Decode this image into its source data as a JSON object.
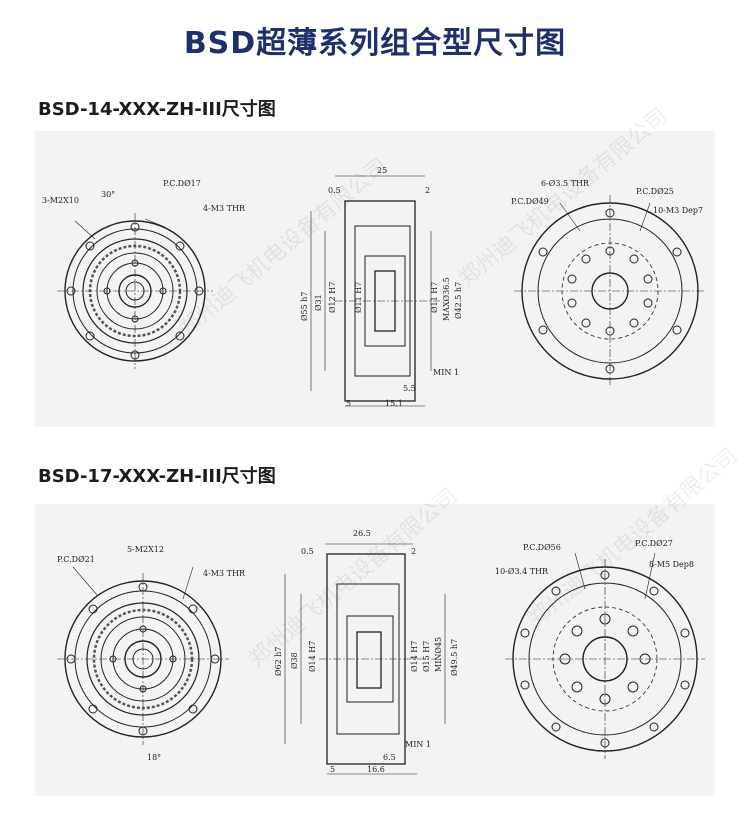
{
  "page": {
    "title": "BSD超薄系列组合型尺寸图",
    "watermark": "郑州迪飞机电设备有限公司"
  },
  "sections": [
    {
      "title": "BSD-14-XXX-ZH-III尺寸图",
      "front": {
        "labels": [
          "3-M2X10",
          "30°",
          "P.C.DØ17",
          "4-M3 THR"
        ]
      },
      "side": {
        "labels": [
          "0.5",
          "25",
          "2",
          "Ø55 h7",
          "Ø31",
          "Ø12 H7",
          "Ø11 H7",
          "Ø11 H7",
          "MAXØ36.5",
          "Ø42.5 h7",
          "MIN 1",
          "5.5",
          "5",
          "15.1"
        ]
      },
      "back": {
        "labels": [
          "6-Ø3.5 THR",
          "P.C.DØ49",
          "P.C.DØ25",
          "10-M3 Dep7"
        ]
      }
    },
    {
      "title": "BSD-17-XXX-ZH-III尺寸图",
      "front": {
        "labels": [
          "P.C.DØ21",
          "5-M2X12",
          "4-M3 THR",
          "18°"
        ]
      },
      "side": {
        "labels": [
          "0.5",
          "26.5",
          "2",
          "Ø62 h7",
          "Ø38",
          "Ø14 H7",
          "Ø14 H7",
          "Ø15 H7",
          "MINØ45",
          "Ø49.5 h7",
          "MIN 1",
          "6.5",
          "5",
          "16.6"
        ]
      },
      "back": {
        "labels": [
          "P.C.DØ56",
          "P.C.DØ27",
          "10-Ø3.4 THR",
          "8-M5 Dep8"
        ]
      }
    }
  ]
}
